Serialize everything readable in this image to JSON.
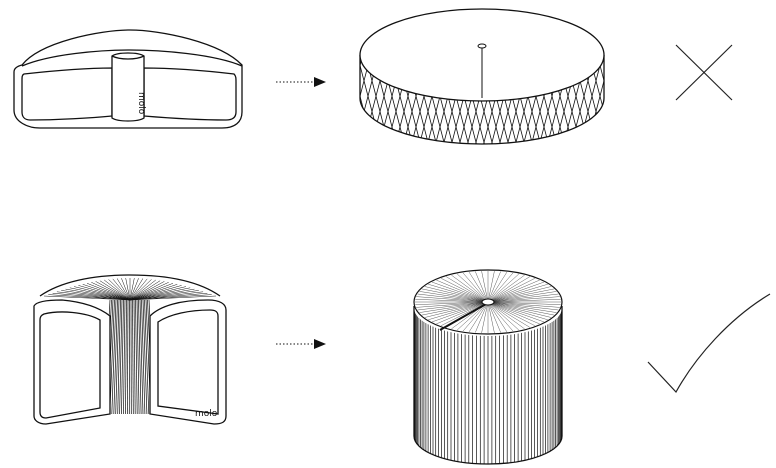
{
  "rows": [
    {
      "brand_label": "molo",
      "source": "folded-paper-pouf-wide",
      "arrow": "dotted-arrow",
      "result": "knurled-flat-cylinder",
      "verdict": "cross-icon"
    },
    {
      "brand_label": "molo",
      "source": "expanded-paper-stool-tall",
      "arrow": "dotted-arrow",
      "result": "fluted-tall-cylinder",
      "verdict": "check-icon"
    }
  ],
  "colors": {
    "ink": "#111111",
    "background": "#ffffff"
  }
}
